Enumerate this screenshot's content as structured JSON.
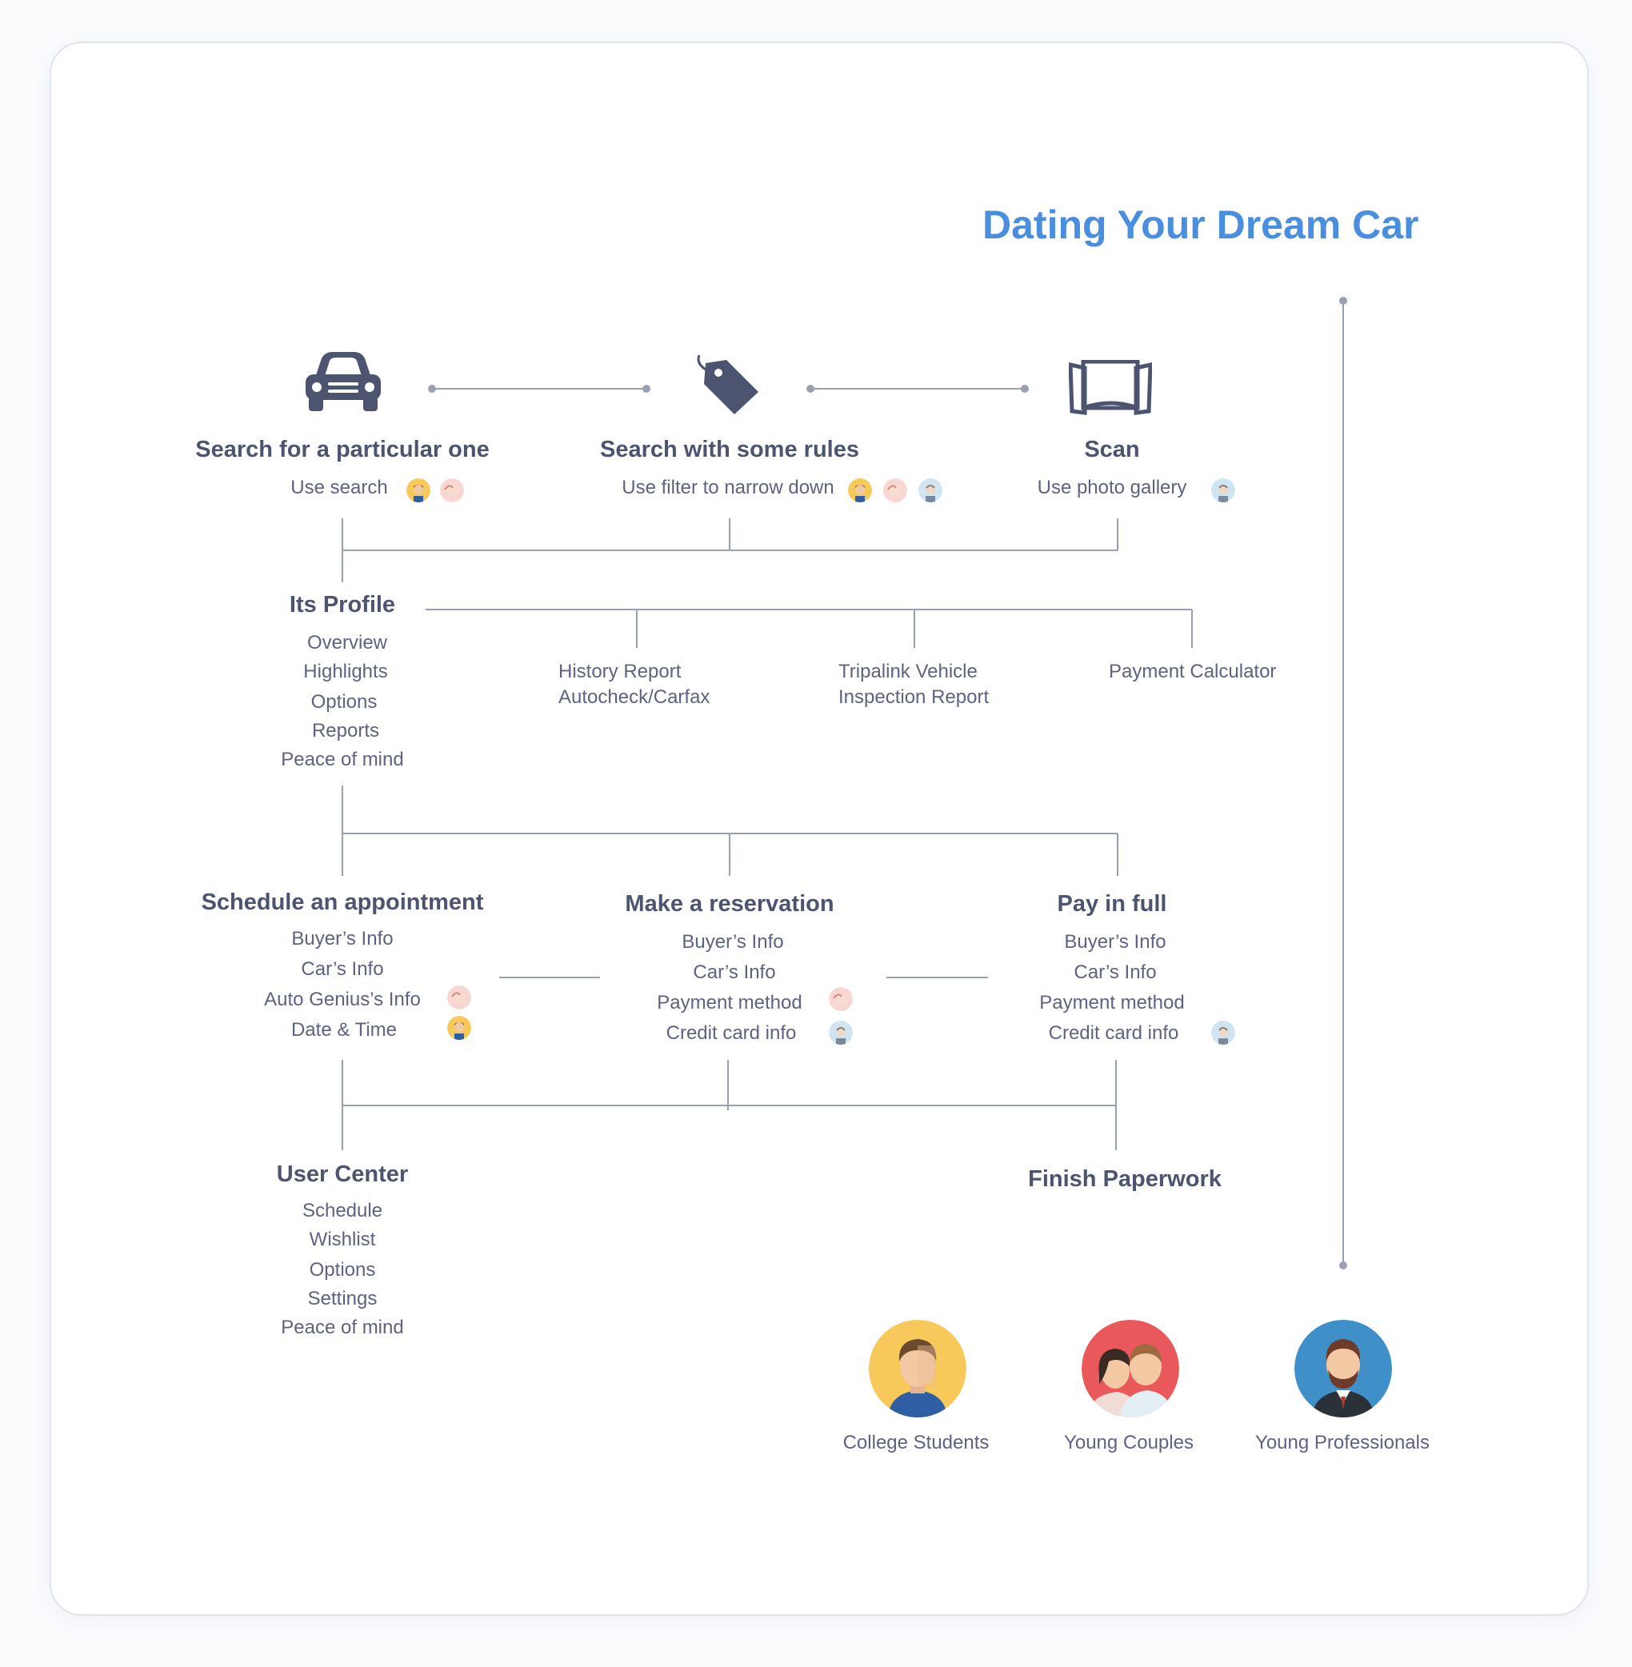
{
  "title": "Dating Your Dream Car",
  "colors": {
    "accent": "#4a8ee0",
    "line": "#9aa0b4",
    "text": "#5d6380",
    "heading": "#4d5470"
  },
  "icons": {
    "car": "car-icon",
    "tag": "price-tag-icon",
    "scan": "photo-gallery-icon"
  },
  "search_methods": [
    {
      "heading": "Search for a particular one",
      "detail": "Use search",
      "personas": [
        "college-students",
        "young-couples"
      ]
    },
    {
      "heading": "Search with some rules",
      "detail": "Use filter to narrow down",
      "personas": [
        "college-students",
        "young-couples",
        "young-professionals"
      ]
    },
    {
      "heading": "Scan",
      "detail": "Use photo gallery",
      "personas": [
        "young-professionals"
      ]
    }
  ],
  "profile": {
    "heading": "Its Profile",
    "items": [
      "Overview",
      "Highlights",
      "Options",
      "Reports",
      "Peace of mind"
    ],
    "reports": [
      {
        "line1": "History Report",
        "line2": "Autocheck/Carfax"
      },
      {
        "line1": "Tripalink Vehicle",
        "line2": "Inspection Report"
      },
      {
        "line1": "Payment Calculator",
        "line2": ""
      }
    ]
  },
  "actions": [
    {
      "heading": "Schedule an appointment",
      "items": [
        "Buyer’s Info",
        "Car’s Info",
        "Auto Genius’s Info",
        "Date & Time"
      ]
    },
    {
      "heading": "Make a reservation",
      "items": [
        "Buyer’s Info",
        "Car’s Info",
        "Payment method",
        "Credit card info"
      ]
    },
    {
      "heading": "Pay in full",
      "items": [
        "Buyer’s Info",
        "Car’s Info",
        "Payment method",
        "Credit card info"
      ]
    }
  ],
  "user_center": {
    "heading": "User Center",
    "items": [
      "Schedule",
      "Wishlist",
      "Options",
      "Settings",
      "Peace of mind"
    ]
  },
  "finish": {
    "heading": "Finish Paperwork"
  },
  "personas": [
    {
      "label": "College Students"
    },
    {
      "label": "Young Couples"
    },
    {
      "label": "Young Professionals"
    }
  ]
}
